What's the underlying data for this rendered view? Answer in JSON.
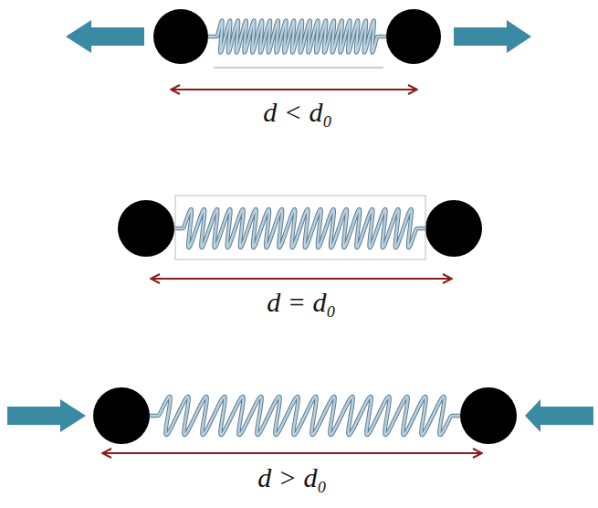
{
  "diagram": {
    "labels": [
      "d < d₀",
      "d = d₀",
      "d > d₀"
    ]
  }
}
